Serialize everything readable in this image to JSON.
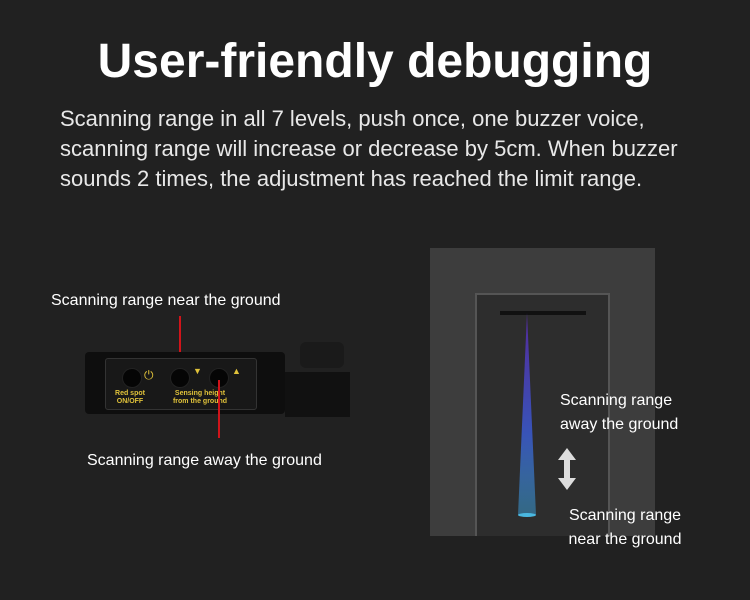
{
  "title": "User-friendly debugging",
  "description": "Scanning range in all 7 levels, push once, one buzzer voice, scanning range will increase or decrease by 5cm. When buzzer sounds 2 times, the adjustment has reached the limit range.",
  "device": {
    "label_near": "Scanning range near the ground",
    "label_away": "Scanning range away the ground",
    "red_spot_label": "Red spot ON/OFF",
    "sensing_label": "Sensing height from the ground"
  },
  "diagram": {
    "label_away": "Scanning range away the ground",
    "label_near": "Scanning range near the ground"
  },
  "colors": {
    "background": "#212121",
    "red_line": "#d0141a",
    "device_text": "#e0c23a"
  }
}
